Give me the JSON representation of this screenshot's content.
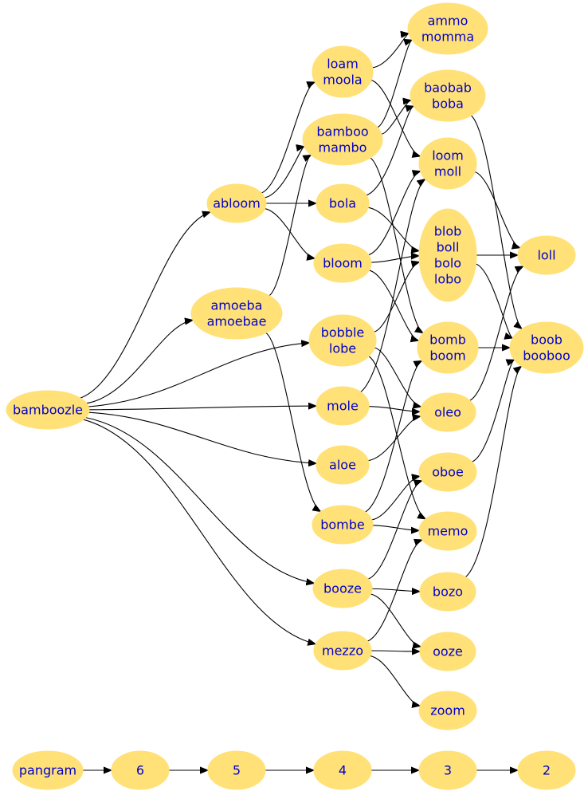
{
  "nodes": [
    {
      "id": "bamboozle",
      "lines": [
        "bamboozle"
      ]
    },
    {
      "id": "abloom",
      "lines": [
        "abloom"
      ]
    },
    {
      "id": "amoeba",
      "lines": [
        "amoeba",
        "amoebae"
      ]
    },
    {
      "id": "loam",
      "lines": [
        "loam",
        "moola"
      ]
    },
    {
      "id": "bamboo",
      "lines": [
        "bamboo",
        "mambo"
      ]
    },
    {
      "id": "bola",
      "lines": [
        "bola"
      ]
    },
    {
      "id": "bloom",
      "lines": [
        "bloom"
      ]
    },
    {
      "id": "bobble",
      "lines": [
        "bobble",
        "lobe"
      ]
    },
    {
      "id": "mole",
      "lines": [
        "mole"
      ]
    },
    {
      "id": "aloe",
      "lines": [
        "aloe"
      ]
    },
    {
      "id": "bombe",
      "lines": [
        "bombe"
      ]
    },
    {
      "id": "booze",
      "lines": [
        "booze"
      ]
    },
    {
      "id": "mezzo",
      "lines": [
        "mezzo"
      ]
    },
    {
      "id": "ammo",
      "lines": [
        "ammo",
        "momma"
      ]
    },
    {
      "id": "baobab",
      "lines": [
        "baobab",
        "boba"
      ]
    },
    {
      "id": "loom",
      "lines": [
        "loom",
        "moll"
      ]
    },
    {
      "id": "blob",
      "lines": [
        "blob",
        "boll",
        "bolo",
        "lobo"
      ]
    },
    {
      "id": "bomb",
      "lines": [
        "bomb",
        "boom"
      ]
    },
    {
      "id": "oleo",
      "lines": [
        "oleo"
      ]
    },
    {
      "id": "oboe",
      "lines": [
        "oboe"
      ]
    },
    {
      "id": "memo",
      "lines": [
        "memo"
      ]
    },
    {
      "id": "bozo",
      "lines": [
        "bozo"
      ]
    },
    {
      "id": "ooze",
      "lines": [
        "ooze"
      ]
    },
    {
      "id": "zoom",
      "lines": [
        "zoom"
      ]
    },
    {
      "id": "loll",
      "lines": [
        "loll"
      ]
    },
    {
      "id": "boob",
      "lines": [
        "boob",
        "booboo"
      ]
    },
    {
      "id": "pangram",
      "lines": [
        "pangram"
      ]
    },
    {
      "id": "n6",
      "lines": [
        "6"
      ]
    },
    {
      "id": "n5",
      "lines": [
        "5"
      ]
    },
    {
      "id": "n4",
      "lines": [
        "4"
      ]
    },
    {
      "id": "n3",
      "lines": [
        "3"
      ]
    },
    {
      "id": "n2",
      "lines": [
        "2"
      ]
    }
  ],
  "edges": [
    [
      "bamboozle",
      "abloom"
    ],
    [
      "bamboozle",
      "amoeba"
    ],
    [
      "bamboozle",
      "bobble"
    ],
    [
      "bamboozle",
      "mole"
    ],
    [
      "bamboozle",
      "aloe"
    ],
    [
      "bamboozle",
      "booze"
    ],
    [
      "bamboozle",
      "mezzo"
    ],
    [
      "abloom",
      "loam"
    ],
    [
      "abloom",
      "bamboo"
    ],
    [
      "abloom",
      "bola"
    ],
    [
      "abloom",
      "bloom"
    ],
    [
      "amoeba",
      "bamboo"
    ],
    [
      "amoeba",
      "bombe"
    ],
    [
      "loam",
      "ammo"
    ],
    [
      "loam",
      "loom"
    ],
    [
      "bamboo",
      "ammo"
    ],
    [
      "bamboo",
      "baobab"
    ],
    [
      "bamboo",
      "bomb"
    ],
    [
      "bola",
      "baobab"
    ],
    [
      "bola",
      "blob"
    ],
    [
      "bloom",
      "loom"
    ],
    [
      "bloom",
      "blob"
    ],
    [
      "bloom",
      "bomb"
    ],
    [
      "bobble",
      "blob"
    ],
    [
      "bobble",
      "oleo"
    ],
    [
      "bobble",
      "memo"
    ],
    [
      "mole",
      "loom"
    ],
    [
      "mole",
      "oleo"
    ],
    [
      "aloe",
      "oleo"
    ],
    [
      "bombe",
      "bomb"
    ],
    [
      "bombe",
      "oboe"
    ],
    [
      "bombe",
      "memo"
    ],
    [
      "booze",
      "oboe"
    ],
    [
      "booze",
      "bozo"
    ],
    [
      "booze",
      "ooze"
    ],
    [
      "mezzo",
      "memo"
    ],
    [
      "mezzo",
      "ooze"
    ],
    [
      "mezzo",
      "zoom"
    ],
    [
      "baobab",
      "boob"
    ],
    [
      "loom",
      "loll"
    ],
    [
      "blob",
      "loll"
    ],
    [
      "blob",
      "boob"
    ],
    [
      "bomb",
      "boob"
    ],
    [
      "oleo",
      "loll"
    ],
    [
      "oboe",
      "boob"
    ],
    [
      "bozo",
      "boob"
    ],
    [
      "pangram",
      "n6"
    ],
    [
      "n6",
      "n5"
    ],
    [
      "n5",
      "n4"
    ],
    [
      "n4",
      "n3"
    ],
    [
      "n3",
      "n2"
    ]
  ]
}
